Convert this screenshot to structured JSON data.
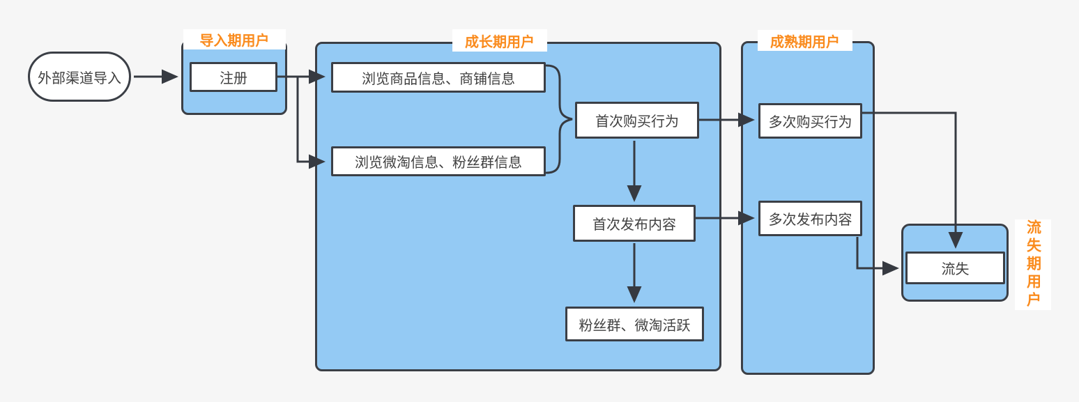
{
  "diagram": {
    "source": {
      "label": "外部渠道导入"
    },
    "stages": [
      {
        "label": "导入期用户",
        "nodes": [
          {
            "label": "注册"
          }
        ]
      },
      {
        "label": "成长期用户",
        "nodes": [
          {
            "label": "浏览商品信息、商铺信息"
          },
          {
            "label": "浏览微淘信息、粉丝群信息"
          },
          {
            "label": "首次购买行为"
          },
          {
            "label": "首次发布内容"
          },
          {
            "label": "粉丝群、微淘活跃"
          }
        ]
      },
      {
        "label": "成熟期用户",
        "nodes": [
          {
            "label": "多次购买行为"
          },
          {
            "label": "多次发布内容"
          }
        ]
      },
      {
        "label": "流失期用户",
        "nodes": [
          {
            "label": "流失"
          }
        ]
      }
    ],
    "colors": {
      "stage_fill": "#94caf4",
      "stage_border": "#3b3f46",
      "label_accent": "#fa8b1d",
      "node_fill": "#ffffff",
      "node_border": "#3b3f46",
      "arrow": "#363a41",
      "background": "#f6f6f6",
      "text": "#404040"
    }
  }
}
